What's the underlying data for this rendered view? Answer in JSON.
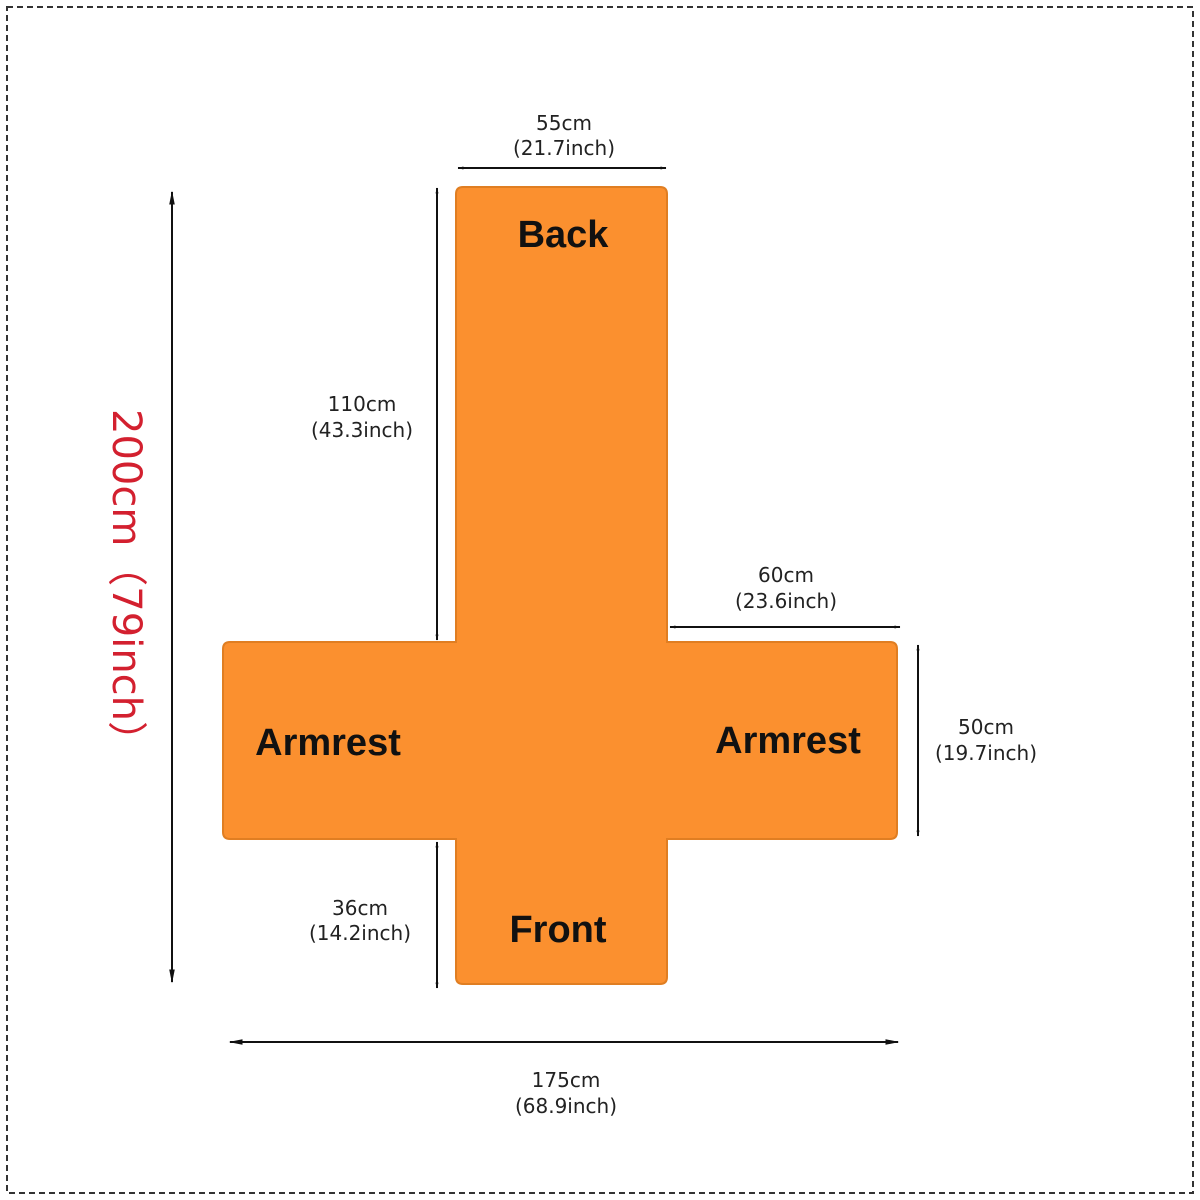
{
  "colors": {
    "fabric": "#FB902F",
    "fabric_edge": "#E07E22",
    "total_height_text": "#D3202F",
    "line": "#111111",
    "border": "#333333"
  },
  "pieces": {
    "back": "Back",
    "left_armrest": "Armrest",
    "right_armrest": "Armrest",
    "front": "Front"
  },
  "dimensions": {
    "back_width": {
      "cm": "55cm",
      "inch": "(21.7inch)"
    },
    "back_length": {
      "cm": "110cm",
      "inch": "(43.3inch)"
    },
    "armrest_length": {
      "cm": "60cm",
      "inch": "(23.6inch)"
    },
    "armrest_width": {
      "cm": "50cm",
      "inch": "(19.7inch)"
    },
    "front_length": {
      "cm": "36cm",
      "inch": "(14.2inch)"
    },
    "total_width": {
      "cm": "175cm",
      "inch": "(68.9inch)"
    },
    "total_height": "200cm（79inch）"
  }
}
